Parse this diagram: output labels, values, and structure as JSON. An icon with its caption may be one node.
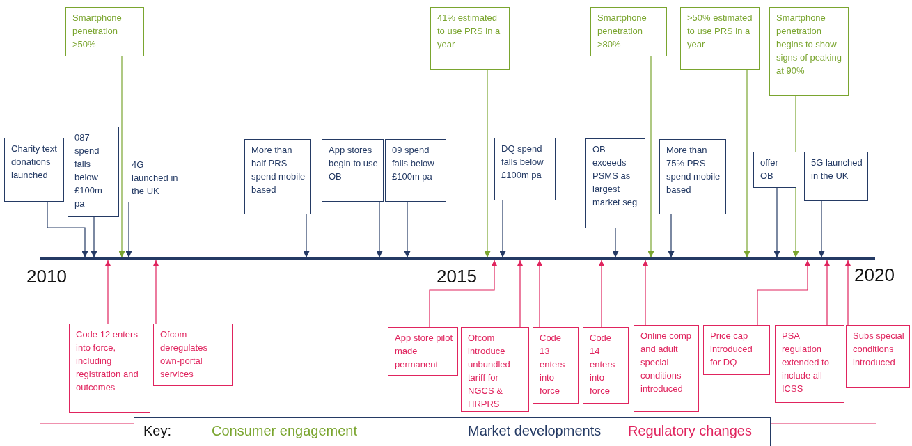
{
  "diagram": {
    "nodes": [
      {
        "text": [
          "Smartphone penetration >50%"
        ]
      },
      {
        "text": [
          "41% estimated to use PRS in a year"
        ]
      },
      {
        "text": [
          "Smartphone penetration >80%"
        ]
      },
      {
        "text": [
          ">50% estimated to use PRS in a year"
        ]
      },
      {
        "text": [
          "Smartphone penetration begins to show signs of peaking at 90%"
        ]
      },
      {
        "text": [
          "Charity text donations launched"
        ]
      },
      {
        "text": [
          "087 spend falls below £100m pa"
        ]
      },
      {
        "text": [
          "4G launched in the UK"
        ]
      },
      {
        "text": [
          "More than half PRS spend mobile based"
        ]
      },
      {
        "text": [
          "App stores begin to use OB"
        ]
      },
      {
        "text": [
          "09 spend falls below £100m pa"
        ]
      },
      {
        "text": [
          "DQ spend falls below £100m pa"
        ]
      },
      {
        "text": [
          "OB exceeds PSMS as largest market seg"
        ]
      },
      {
        "text": [
          "More than 75% PRS spend mobile based"
        ]
      },
      {
        "text": [
          "offer OB"
        ]
      },
      {
        "text": [
          "5G launched in the UK"
        ]
      },
      {
        "text": [],
        "shape": "bar"
      },
      {
        "text": [
          "Code 12 enters into force, including registration and outcomes"
        ]
      },
      {
        "text": [
          "Ofcom deregulates own-portal services"
        ]
      },
      {
        "text": [
          "App store pilot made permanent"
        ]
      },
      {
        "text": [
          "Ofcom introduce unbundled tariff for NGCS & HRPRS"
        ]
      },
      {
        "text": [
          "Code 13 enters into force"
        ]
      },
      {
        "text": [
          "Code 14 enters into force"
        ]
      },
      {
        "text": [
          "Online comp and adult special conditions introduced"
        ]
      },
      {
        "text": [
          "Price cap introduced for DQ"
        ]
      },
      {
        "text": [
          "PSA regulation extended to include all ICSS"
        ]
      },
      {
        "text": [
          "Subs special conditions introduced"
        ]
      }
    ],
    "edges": [
      {
        "from": 0,
        "to": 16,
        "arrow": "to",
        "color": "#7aa52f"
      },
      {
        "from": 1,
        "to": 16,
        "arrow": "to",
        "color": "#7aa52f"
      },
      {
        "from": 2,
        "to": 16,
        "arrow": "to",
        "color": "#7aa52f"
      },
      {
        "from": 3,
        "to": 16,
        "arrow": "to",
        "color": "#7aa52f"
      },
      {
        "from": 4,
        "to": 16,
        "arrow": "to",
        "color": "#7aa52f"
      },
      {
        "from": 5,
        "to": 16,
        "arrow": "to",
        "color": "#243a64"
      },
      {
        "from": 6,
        "to": 16,
        "arrow": "to",
        "color": "#243a64"
      },
      {
        "from": 7,
        "to": 16,
        "arrow": "to",
        "color": "#243a64"
      },
      {
        "from": 8,
        "to": 16,
        "arrow": "to",
        "color": "#243a64"
      },
      {
        "from": 9,
        "to": 16,
        "arrow": "to",
        "color": "#243a64"
      },
      {
        "from": 10,
        "to": 16,
        "arrow": "to",
        "color": "#243a64"
      },
      {
        "from": 11,
        "to": 16,
        "arrow": "to",
        "color": "#243a64"
      },
      {
        "from": 12,
        "to": 16,
        "arrow": "to",
        "color": "#243a64"
      },
      {
        "from": 13,
        "to": 16,
        "arrow": "to",
        "color": "#243a64"
      },
      {
        "from": 14,
        "to": 16,
        "arrow": "to",
        "color": "#243a64"
      },
      {
        "from": 15,
        "to": 16,
        "arrow": "to",
        "color": "#243a64"
      },
      {
        "from": 17,
        "to": 16,
        "arrow": "to",
        "color": "#e0245e"
      },
      {
        "from": 18,
        "to": 16,
        "arrow": "to",
        "color": "#e0245e"
      },
      {
        "from": 19,
        "to": 16,
        "arrow": "to",
        "color": "#e0245e"
      },
      {
        "from": 20,
        "to": 16,
        "arrow": "to",
        "color": "#e0245e"
      },
      {
        "from": 21,
        "to": 16,
        "arrow": "to",
        "color": "#e0245e"
      },
      {
        "from": 22,
        "to": 16,
        "arrow": "to",
        "color": "#e0245e"
      },
      {
        "from": 23,
        "to": 16,
        "arrow": "to",
        "color": "#e0245e"
      },
      {
        "from": 24,
        "to": 16,
        "arrow": "to",
        "color": "#e0245e"
      },
      {
        "from": 25,
        "to": 16,
        "arrow": "to",
        "color": "#e0245e"
      },
      {
        "from": 26,
        "to": 16,
        "arrow": "to",
        "color": "#e0245e"
      }
    ],
    "labels": [
      "2010",
      "2015",
      "2020",
      "Key:"
    ],
    "legend": [
      {
        "text": "Consumer engagement",
        "color": "#7aa52f"
      },
      {
        "text": "Market developments",
        "color": "#243a64"
      },
      {
        "text": "Regulatory changes",
        "color": "#e0245e"
      }
    ]
  }
}
